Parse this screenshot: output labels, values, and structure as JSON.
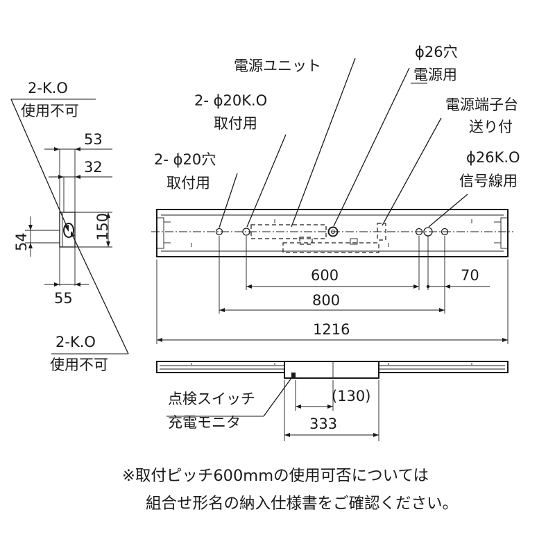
{
  "labels": {
    "ko_unusable_top_code": "2-K.O",
    "ko_unusable_top_text": "使用不可",
    "ko_unusable_bottom_code": "2-K.O",
    "ko_unusable_bottom_text": "使用不可",
    "hole20_code": "2- ϕ20穴",
    "hole20_text": "取付用",
    "ko20_code": "2- ϕ20K.O",
    "ko20_text": "取付用",
    "power_unit": "電源ユニット",
    "hole26_code": "ϕ26穴",
    "hole26_text": "電源用",
    "terminal_line1": "電源端子台",
    "terminal_line2": "送り付",
    "ko26_code": "ϕ26K.O",
    "ko26_text": "信号線用",
    "switch_line1": "点検スイッチ",
    "switch_line2": "充電モニタ"
  },
  "dimensions": {
    "d53": "53",
    "d32": "32",
    "d54": "54",
    "d150": "150",
    "d55": "55",
    "d600": "600",
    "d70": "70",
    "d800": "800",
    "d1216": "1216",
    "d130": "(130)",
    "d333": "333"
  },
  "note": {
    "line1": "※取付ピッチ600mmの使用可否については",
    "line2": "組合せ形名の納入仕様書をご確認ください。"
  }
}
